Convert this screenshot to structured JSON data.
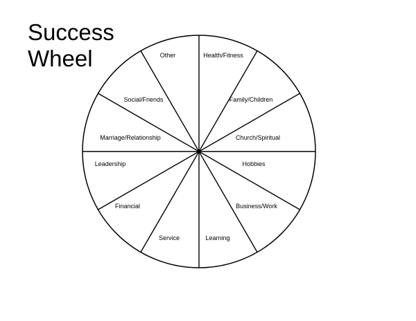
{
  "title": {
    "line1": "Success",
    "line2": "Wheel"
  },
  "segments": [
    "Health/Fitness",
    "Family/Children",
    "Church/Spiritual",
    "Hobbies",
    "Business/Work",
    "Learning",
    "Service",
    "Financial",
    "Leadership",
    "Marriage/Relationship",
    "Social/Friends",
    "Other"
  ]
}
